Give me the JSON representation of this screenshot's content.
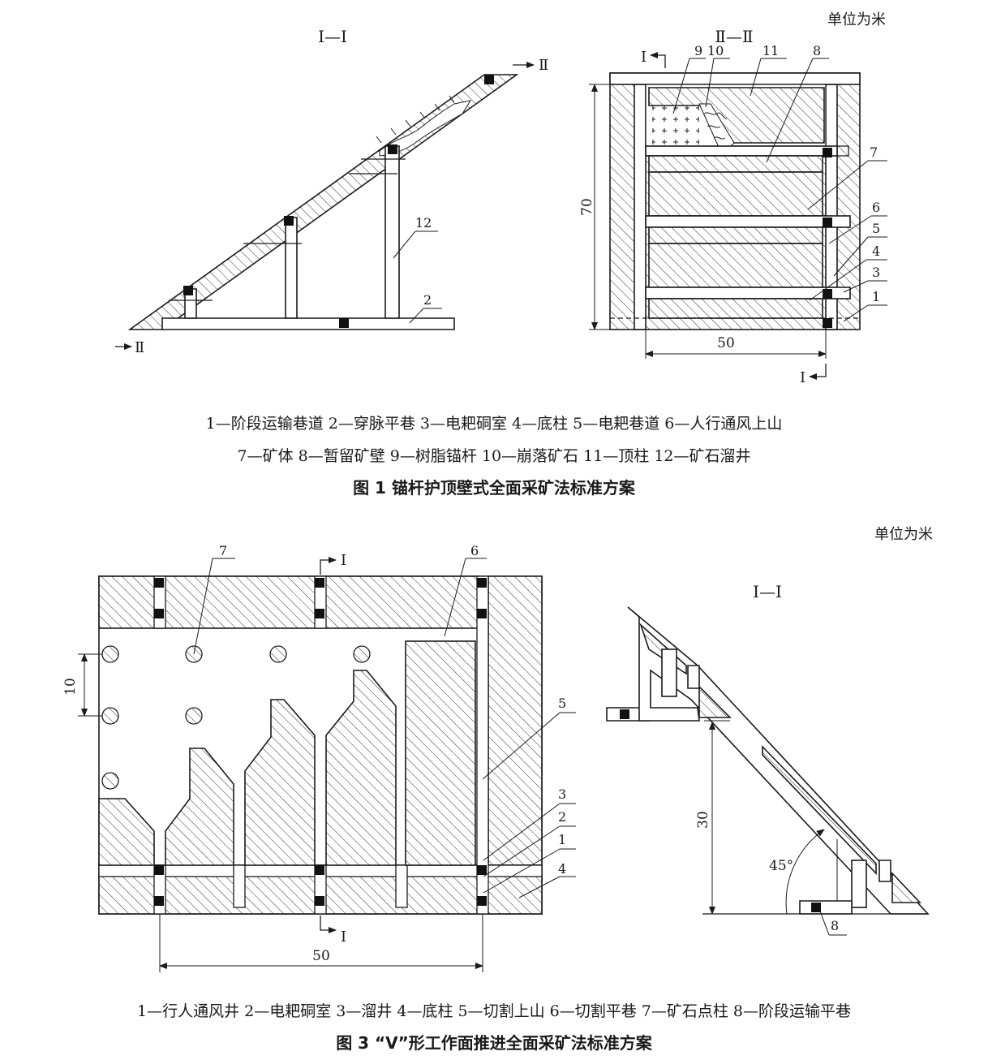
{
  "figure1": {
    "section_a_title": "Ⅰ—Ⅰ",
    "section_b_title": "Ⅱ—Ⅱ",
    "unit_note": "单位为米",
    "section_mark_II": "Ⅱ",
    "section_mark_I": "Ⅰ",
    "dim_height": "70",
    "dim_width": "50",
    "callouts": [
      "1",
      "2",
      "3",
      "4",
      "5",
      "6",
      "7",
      "8",
      "9",
      "10",
      "11",
      "12"
    ],
    "legend_line1": "1—阶段运输巷道   2—穿脉平巷   3—电耙硐室   4—底柱   5—电耙巷道   6—人行通风上山",
    "legend_line2": "7—矿体   8—暂留矿壁   9—树脂锚杆   10—崩落矿石   11—顶柱   12—矿石溜井",
    "caption": "图 1    锚杆护顶壁式全面采矿法标准方案"
  },
  "figure3": {
    "unit_note": "单位为米",
    "section_title": "Ⅰ—Ⅰ",
    "section_mark": "Ⅰ",
    "dim_spacing": "10",
    "dim_width": "50",
    "dim_height": "30",
    "angle": "45°",
    "callouts": [
      "1",
      "2",
      "3",
      "4",
      "5",
      "6",
      "7",
      "8"
    ],
    "legend": "1—行人通风井   2—电耙硐室   3—溜井   4—底柱   5—切割上山   6—切割平巷   7—矿石点柱   8—阶段运输平巷",
    "caption": "图 3   “V”形工作面推进全面采矿法标准方案"
  }
}
